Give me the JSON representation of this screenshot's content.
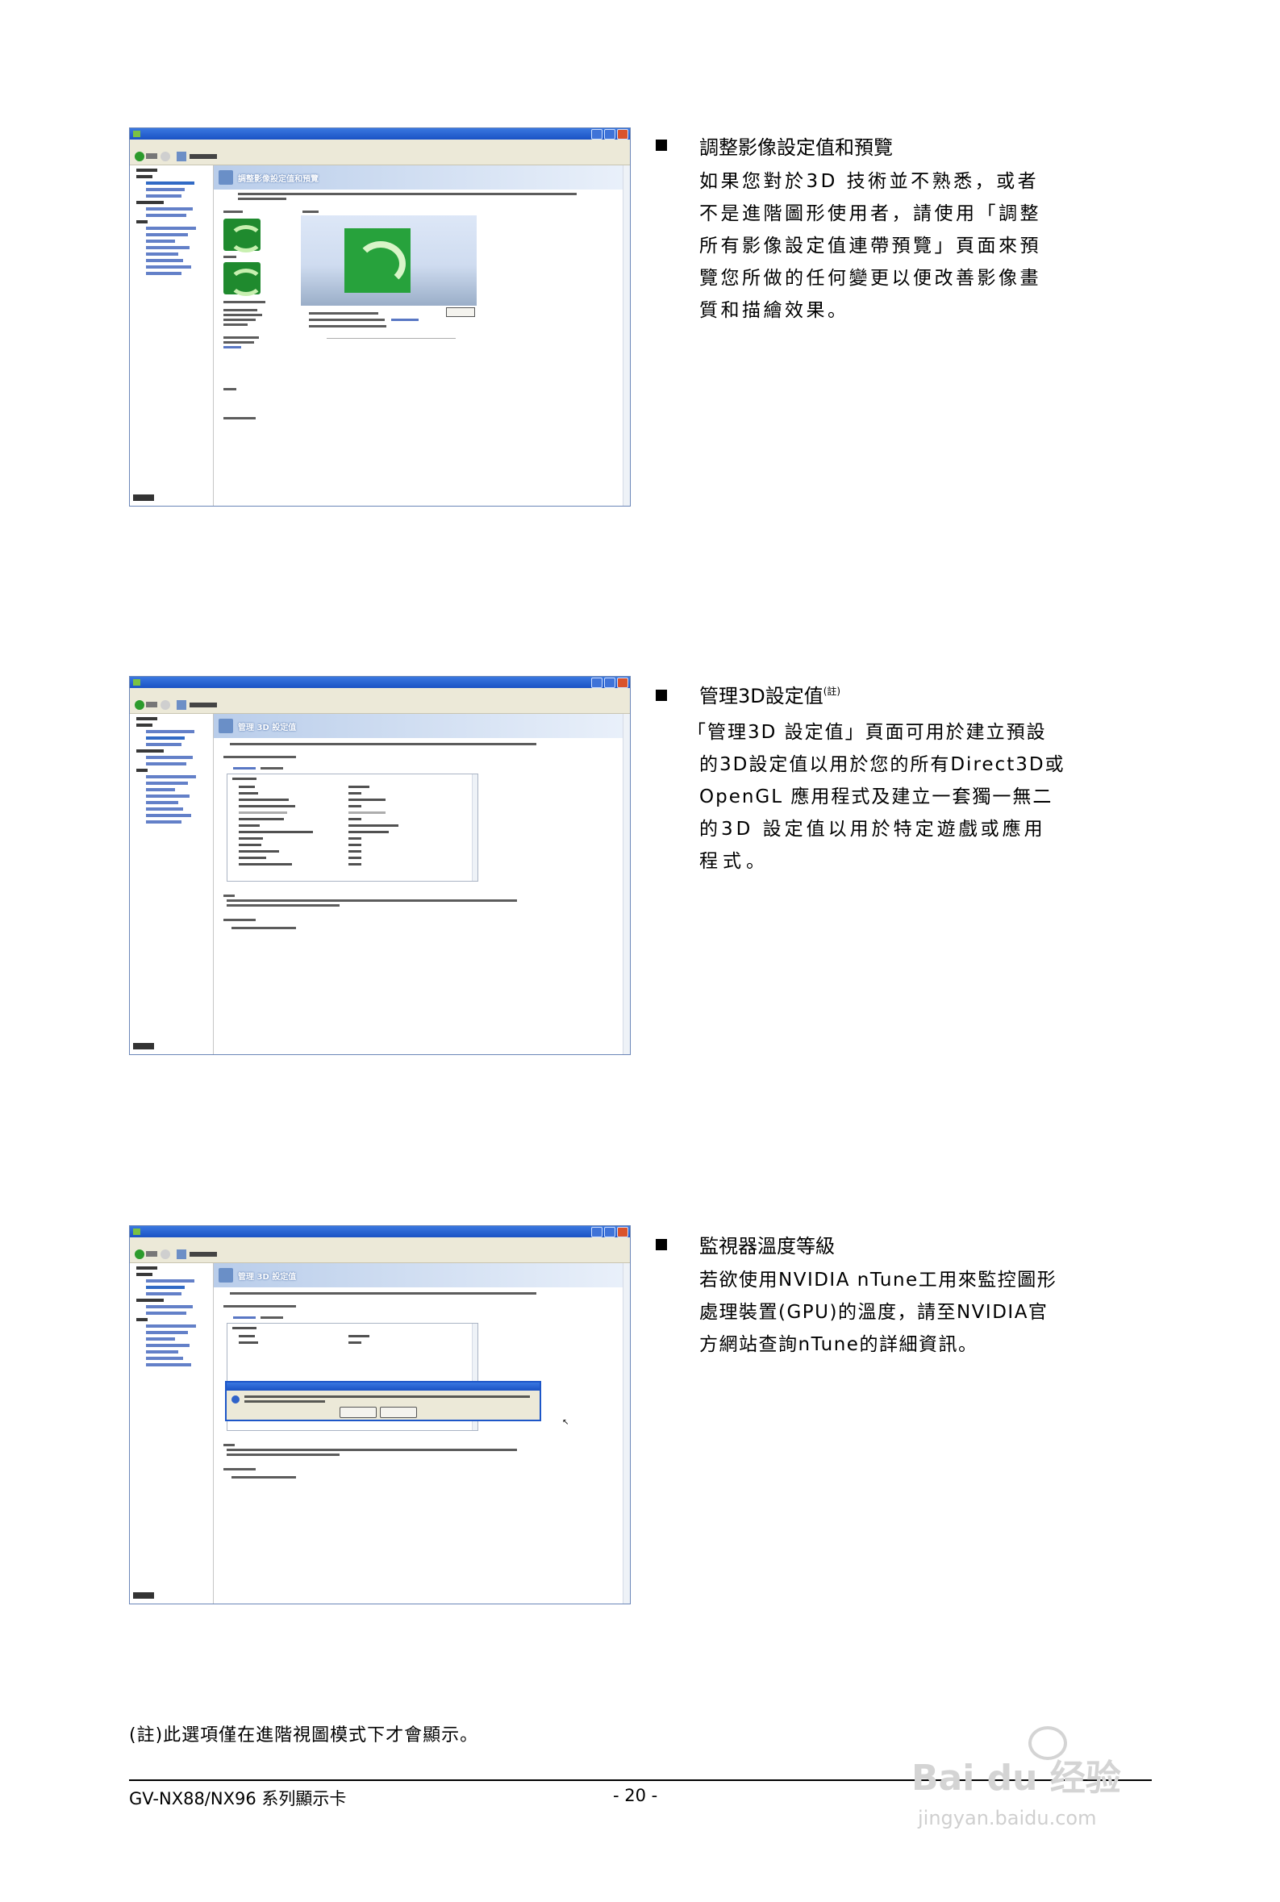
{
  "sections": [
    {
      "heading": "調整影像設定值和預覽",
      "lines": [
        "如果您對於3D 技術並不熟悉，或者",
        "不是進階圖形使用者，請使用「調整",
        "所有影像設定值連帶預覽」頁面來預",
        "覽您所做的任何變更以便改善影像畫",
        "質和描繪效果。"
      ]
    },
    {
      "heading": "管理3D設定值",
      "heading_note": "(註)",
      "lines": [
        "「管理3D 設定值」頁面可用於建立預設",
        "的3D設定值以用於您的所有Direct3D或",
        "OpenGL 應用程式及建立一套獨一無二",
        "的3D 設定值以用於特定遊戲或應用",
        "程式。"
      ]
    },
    {
      "heading": "監視器溫度等級",
      "lines": [
        "若欲使用NVIDIA nTune工用來監控圖形",
        "處理裝置(GPU)的溫度，請至NVIDIA官",
        "方網站查詢nTune的詳細資訊。"
      ]
    }
  ],
  "screenshots": [
    {
      "banner_title": "調整影像設定值和預覽"
    },
    {
      "banner_title": "管理 3D 設定值"
    },
    {
      "banner_title": "管理 3D 設定值"
    }
  ],
  "note": "(註)此選項僅在進階視圖模式下才會顯示。",
  "footer": {
    "left": "GV-NX88/NX96 系列顯示卡",
    "page": "- 20 -"
  },
  "watermark": {
    "brand": "Bai du 经验",
    "url": "jingyan.baidu.com"
  }
}
